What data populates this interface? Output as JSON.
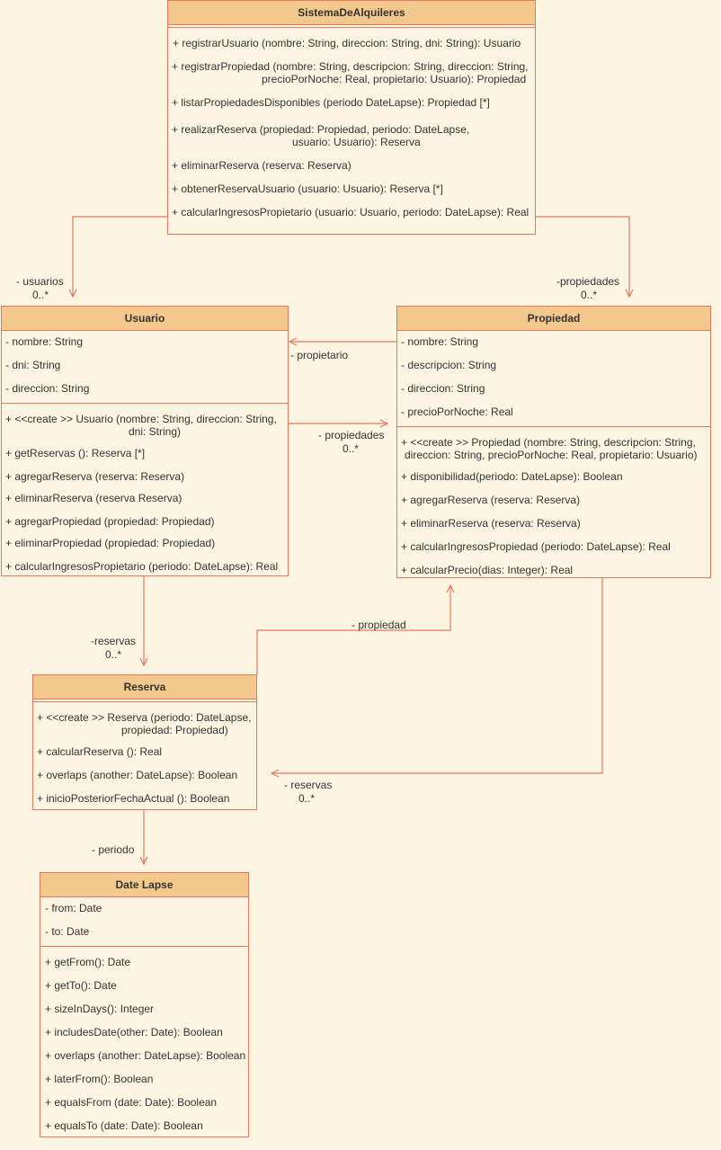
{
  "classes": {
    "sistema": {
      "name": "SistemaDeAlquileres",
      "attributes": [],
      "methods": [
        {
          "line1": "+ registrarUsuario (nombre: String, direccion: String, dni: String): Usuario",
          "line2": ""
        },
        {
          "line1": "+ registrarPropiedad (nombre: String, descripcion: String, direccion: String,",
          "line2": "precioPorNoche: Real, propietario: Usuario): Propiedad"
        },
        {
          "line1": "+ listarPropiedadesDisponibles (periodo DateLapse):  Propiedad [*]",
          "line2": ""
        },
        {
          "line1": "+ realizarReserva (propiedad: Propiedad, periodo: DateLapse,",
          "line2": "usuario: Usuario): Reserva"
        },
        {
          "line1": "+ eliminarReserva (reserva: Reserva)",
          "line2": ""
        },
        {
          "line1": "+ obtenerReservaUsuario (usuario: Usuario): Reserva [*]",
          "line2": ""
        },
        {
          "line1": "+ calcularIngresosPropietario (usuario: Usuario, periodo: DateLapse): Real",
          "line2": ""
        }
      ]
    },
    "usuario": {
      "name": "Usuario",
      "attributes": [
        "- nombre: String",
        "- dni: String",
        "- direccion: String"
      ],
      "methods": [
        {
          "line1": "+ <<create >> Usuario (nombre: String, direccion: String,",
          "line2": "dni: String)"
        },
        {
          "line1": "+ getReservas (): Reserva [*]",
          "line2": ""
        },
        {
          "line1": "+ agregarReserva (reserva: Reserva)",
          "line2": ""
        },
        {
          "line1": "+ eliminarReserva (reserva Reserva)",
          "line2": ""
        },
        {
          "line1": "+ agregarPropiedad (propiedad: Propiedad)",
          "line2": ""
        },
        {
          "line1": "+ eliminarPropiedad (propiedad: Propiedad)",
          "line2": ""
        },
        {
          "line1": "+ calcularIngresosPropietario (periodo: DateLapse): Real",
          "line2": ""
        }
      ]
    },
    "propiedad": {
      "name": "Propiedad",
      "attributes": [
        "- nombre: String",
        "- descripcion: String",
        "- direccion: String",
        "- precioPorNoche: Real"
      ],
      "methods": [
        {
          "line1": "+ <<create >> Propiedad (nombre: String, descripcion: String,",
          "line2": "direccion: String, precioPorNoche: Real, propietario: Usuario)"
        },
        {
          "line1": "+ disponibilidad(periodo: DateLapse): Boolean",
          "line2": ""
        },
        {
          "line1": "+ agregarReserva (reserva: Reserva)",
          "line2": ""
        },
        {
          "line1": "+ eliminarReserva (reserva: Reserva)",
          "line2": ""
        },
        {
          "line1": "+ calcularIngresosPropiedad (periodo: DateLapse): Real",
          "line2": ""
        },
        {
          "line1": "+ calcularPrecio(dias: Integer): Real",
          "line2": ""
        }
      ]
    },
    "reserva": {
      "name": "Reserva",
      "attributes": [],
      "methods": [
        {
          "line1": "+ <<create >> Reserva (periodo: DateLapse,",
          "line2": "propiedad: Propiedad)"
        },
        {
          "line1": "+ calcularReserva (): Real",
          "line2": ""
        },
        {
          "line1": "+ overlaps (another: DateLapse): Boolean",
          "line2": ""
        },
        {
          "line1": "+ inicioPosteriorFechaActual (): Boolean",
          "line2": ""
        }
      ]
    },
    "datelapse": {
      "name": "Date Lapse",
      "attributes": [
        "- from: Date",
        "- to: Date"
      ],
      "methods": [
        {
          "line1": "+ getFrom(): Date",
          "line2": ""
        },
        {
          "line1": "+ getTo(): Date",
          "line2": ""
        },
        {
          "line1": "+ sizeInDays(): Integer",
          "line2": ""
        },
        {
          "line1": "+ includesDate(other: Date): Boolean",
          "line2": ""
        },
        {
          "line1": "+ overlaps (another: DateLapse): Boolean",
          "line2": ""
        },
        {
          "line1": "+ laterFrom(): Boolean",
          "line2": ""
        },
        {
          "line1": "+ equalsFrom (date: Date): Boolean",
          "line2": ""
        },
        {
          "line1": "+ equalsTo (date: Date): Boolean",
          "line2": ""
        }
      ]
    }
  },
  "associations": {
    "usuarios": {
      "role": "- usuarios",
      "mult": "0..*"
    },
    "propiedades_sistema": {
      "role": "-propiedades",
      "mult": "0..*"
    },
    "propietario": {
      "role": "- propietario",
      "mult": ""
    },
    "propiedades_usuario": {
      "role": "- propiedades",
      "mult": "0..*"
    },
    "reservas_usuario": {
      "role": "-reservas",
      "mult": "0..*"
    },
    "propiedad": {
      "role": "- propiedad",
      "mult": ""
    },
    "reservas_propiedad": {
      "role": "- reservas",
      "mult": "0..*"
    },
    "periodo": {
      "role": "- periodo",
      "mult": ""
    }
  },
  "colors": {
    "header": "#f2c88c",
    "background": "#fdf5e2",
    "stroke": "#e07a5f"
  }
}
